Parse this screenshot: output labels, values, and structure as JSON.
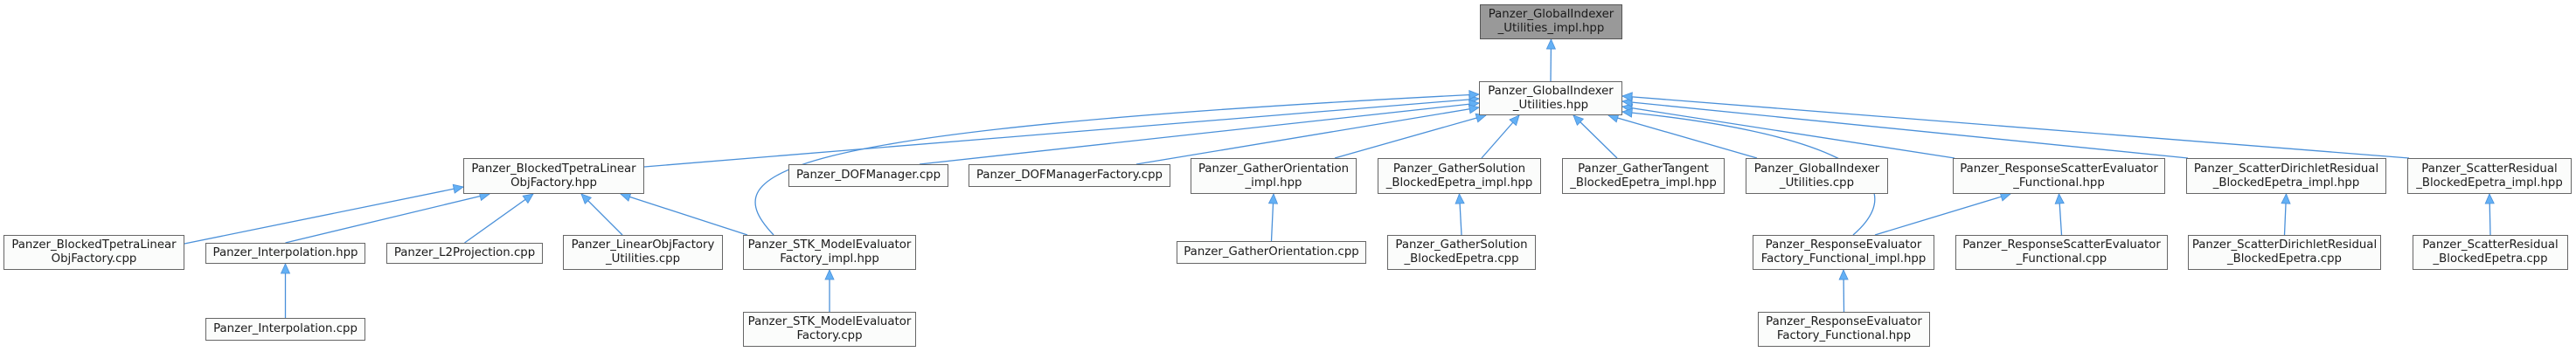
{
  "diagram": {
    "type": "include-dependency-graph",
    "edge_color": "#4a90d9",
    "arrow_color": "#63b0f5",
    "root_fill": "#999999",
    "node_fill": "#fbfcfb",
    "nodes": [
      {
        "id": "gi_util_impl",
        "label": "Panzer_GlobalIndexer\n_Utilities_impl.hpp",
        "root": true
      },
      {
        "id": "gi_util_hpp",
        "label": "Panzer_GlobalIndexer\n_Utilities.hpp"
      },
      {
        "id": "btlof_hpp",
        "label": "Panzer_BlockedTpetraLinear\nObjFactory.hpp"
      },
      {
        "id": "dofmgr_cpp",
        "label": "Panzer_DOFManager.cpp"
      },
      {
        "id": "dofmgrfac_cpp",
        "label": "Panzer_DOFManagerFactory.cpp"
      },
      {
        "id": "gatherorient_impl",
        "label": "Panzer_GatherOrientation\n_impl.hpp"
      },
      {
        "id": "gathersol_impl",
        "label": "Panzer_GatherSolution\n_BlockedEpetra_impl.hpp"
      },
      {
        "id": "gathertan_impl",
        "label": "Panzer_GatherTangent\n_BlockedEpetra_impl.hpp"
      },
      {
        "id": "gi_util_cpp",
        "label": "Panzer_GlobalIndexer\n_Utilities.cpp"
      },
      {
        "id": "rse_func_hpp",
        "label": "Panzer_ResponseScatterEvaluator\n_Functional.hpp"
      },
      {
        "id": "sdr_impl",
        "label": "Panzer_ScatterDirichletResidual\n_BlockedEpetra_impl.hpp"
      },
      {
        "id": "sr_impl",
        "label": "Panzer_ScatterResidual\n_BlockedEpetra_impl.hpp"
      },
      {
        "id": "btlof_cpp",
        "label": "Panzer_BlockedTpetraLinear\nObjFactory.cpp"
      },
      {
        "id": "interp_hpp",
        "label": "Panzer_Interpolation.hpp"
      },
      {
        "id": "l2proj_cpp",
        "label": "Panzer_L2Projection.cpp"
      },
      {
        "id": "lof_util_cpp",
        "label": "Panzer_LinearObjFactory\n_Utilities.cpp"
      },
      {
        "id": "stk_mef_impl",
        "label": "Panzer_STK_ModelEvaluator\nFactory_impl.hpp"
      },
      {
        "id": "gatherorient_cpp",
        "label": "Panzer_GatherOrientation.cpp"
      },
      {
        "id": "gathersol_cpp",
        "label": "Panzer_GatherSolution\n_BlockedEpetra.cpp"
      },
      {
        "id": "ref_func_impl",
        "label": "Panzer_ResponseEvaluator\nFactory_Functional_impl.hpp"
      },
      {
        "id": "rse_func_cpp",
        "label": "Panzer_ResponseScatterEvaluator\n_Functional.cpp"
      },
      {
        "id": "sdr_cpp",
        "label": "Panzer_ScatterDirichletResidual\n_BlockedEpetra.cpp"
      },
      {
        "id": "sr_cpp",
        "label": "Panzer_ScatterResidual\n_BlockedEpetra.cpp"
      },
      {
        "id": "interp_cpp",
        "label": "Panzer_Interpolation.cpp"
      },
      {
        "id": "stk_mef_cpp",
        "label": "Panzer_STK_ModelEvaluator\nFactory.cpp"
      },
      {
        "id": "ref_func_hpp",
        "label": "Panzer_ResponseEvaluator\nFactory_Functional.hpp"
      }
    ],
    "edges": [
      {
        "from": "gi_util_hpp",
        "to": "gi_util_impl"
      },
      {
        "from": "btlof_hpp",
        "to": "gi_util_hpp"
      },
      {
        "from": "dofmgr_cpp",
        "to": "gi_util_hpp"
      },
      {
        "from": "dofmgrfac_cpp",
        "to": "gi_util_hpp"
      },
      {
        "from": "gatherorient_impl",
        "to": "gi_util_hpp"
      },
      {
        "from": "gathersol_impl",
        "to": "gi_util_hpp"
      },
      {
        "from": "gathertan_impl",
        "to": "gi_util_hpp"
      },
      {
        "from": "gi_util_cpp",
        "to": "gi_util_hpp"
      },
      {
        "from": "rse_func_hpp",
        "to": "gi_util_hpp"
      },
      {
        "from": "sdr_impl",
        "to": "gi_util_hpp"
      },
      {
        "from": "sr_impl",
        "to": "gi_util_hpp"
      },
      {
        "from": "stk_mef_impl",
        "to": "gi_util_hpp"
      },
      {
        "from": "ref_func_impl",
        "to": "gi_util_hpp"
      },
      {
        "from": "btlof_cpp",
        "to": "btlof_hpp"
      },
      {
        "from": "interp_hpp",
        "to": "btlof_hpp"
      },
      {
        "from": "l2proj_cpp",
        "to": "btlof_hpp"
      },
      {
        "from": "lof_util_cpp",
        "to": "btlof_hpp"
      },
      {
        "from": "stk_mef_impl",
        "to": "btlof_hpp"
      },
      {
        "from": "interp_cpp",
        "to": "interp_hpp"
      },
      {
        "from": "stk_mef_cpp",
        "to": "stk_mef_impl"
      },
      {
        "from": "gatherorient_cpp",
        "to": "gatherorient_impl"
      },
      {
        "from": "gathersol_cpp",
        "to": "gathersol_impl"
      },
      {
        "from": "ref_func_impl",
        "to": "rse_func_hpp"
      },
      {
        "from": "rse_func_cpp",
        "to": "rse_func_hpp"
      },
      {
        "from": "ref_func_hpp",
        "to": "ref_func_impl"
      },
      {
        "from": "sdr_cpp",
        "to": "sdr_impl"
      },
      {
        "from": "sr_cpp",
        "to": "sr_impl"
      }
    ]
  }
}
